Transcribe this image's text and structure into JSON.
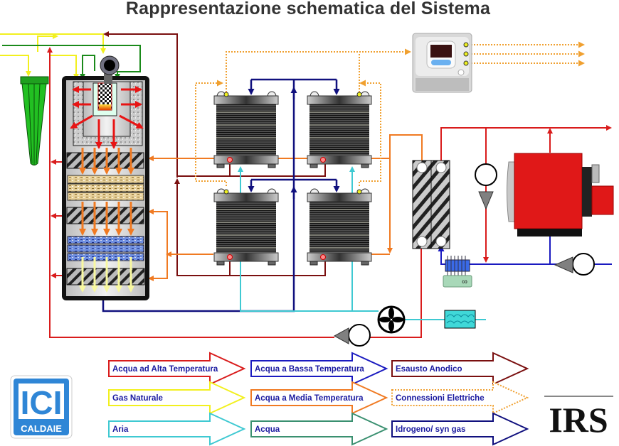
{
  "title": "Rappresentazione schematica del Sistema",
  "colors": {
    "high_temp_water": "#d91c1c",
    "natural_gas": "#f2f01e",
    "air": "#3fc9d2",
    "low_temp_water": "#1a1ac0",
    "medium_temp_water": "#f07a22",
    "water": "#3a9070",
    "anode_exhaust": "#7a0f0f",
    "electrical": "#f0a030",
    "hydrogen_syngas": "#10107e",
    "legend_text": "#1a1aa0"
  },
  "legend": [
    {
      "label": "Acqua ad Alta Temperatura",
      "color": "#d91c1c",
      "dashed": false
    },
    {
      "label": "Gas Naturale",
      "color": "#f2f01e",
      "dashed": false
    },
    {
      "label": "Aria",
      "color": "#3fc9d2",
      "dashed": false
    },
    {
      "label": "Acqua a Bassa Temperatura",
      "color": "#1a1ac0",
      "dashed": false
    },
    {
      "label": "Acqua a Media Temperatura",
      "color": "#f07a22",
      "dashed": false
    },
    {
      "label": "Acqua",
      "color": "#3a9070",
      "dashed": false
    },
    {
      "label": "Esausto Anodico",
      "color": "#7a0f0f",
      "dashed": false
    },
    {
      "label": "Connessioni Elettriche",
      "color": "#f0a030",
      "dashed": true
    },
    {
      "label": "Idrogeno/ syn gas",
      "color": "#10107e",
      "dashed": false
    }
  ],
  "logos": {
    "ici_main": "ICI",
    "ici_sub": "CALDAIE",
    "irs": "IRS"
  },
  "flow_meter_symbol": "∞"
}
